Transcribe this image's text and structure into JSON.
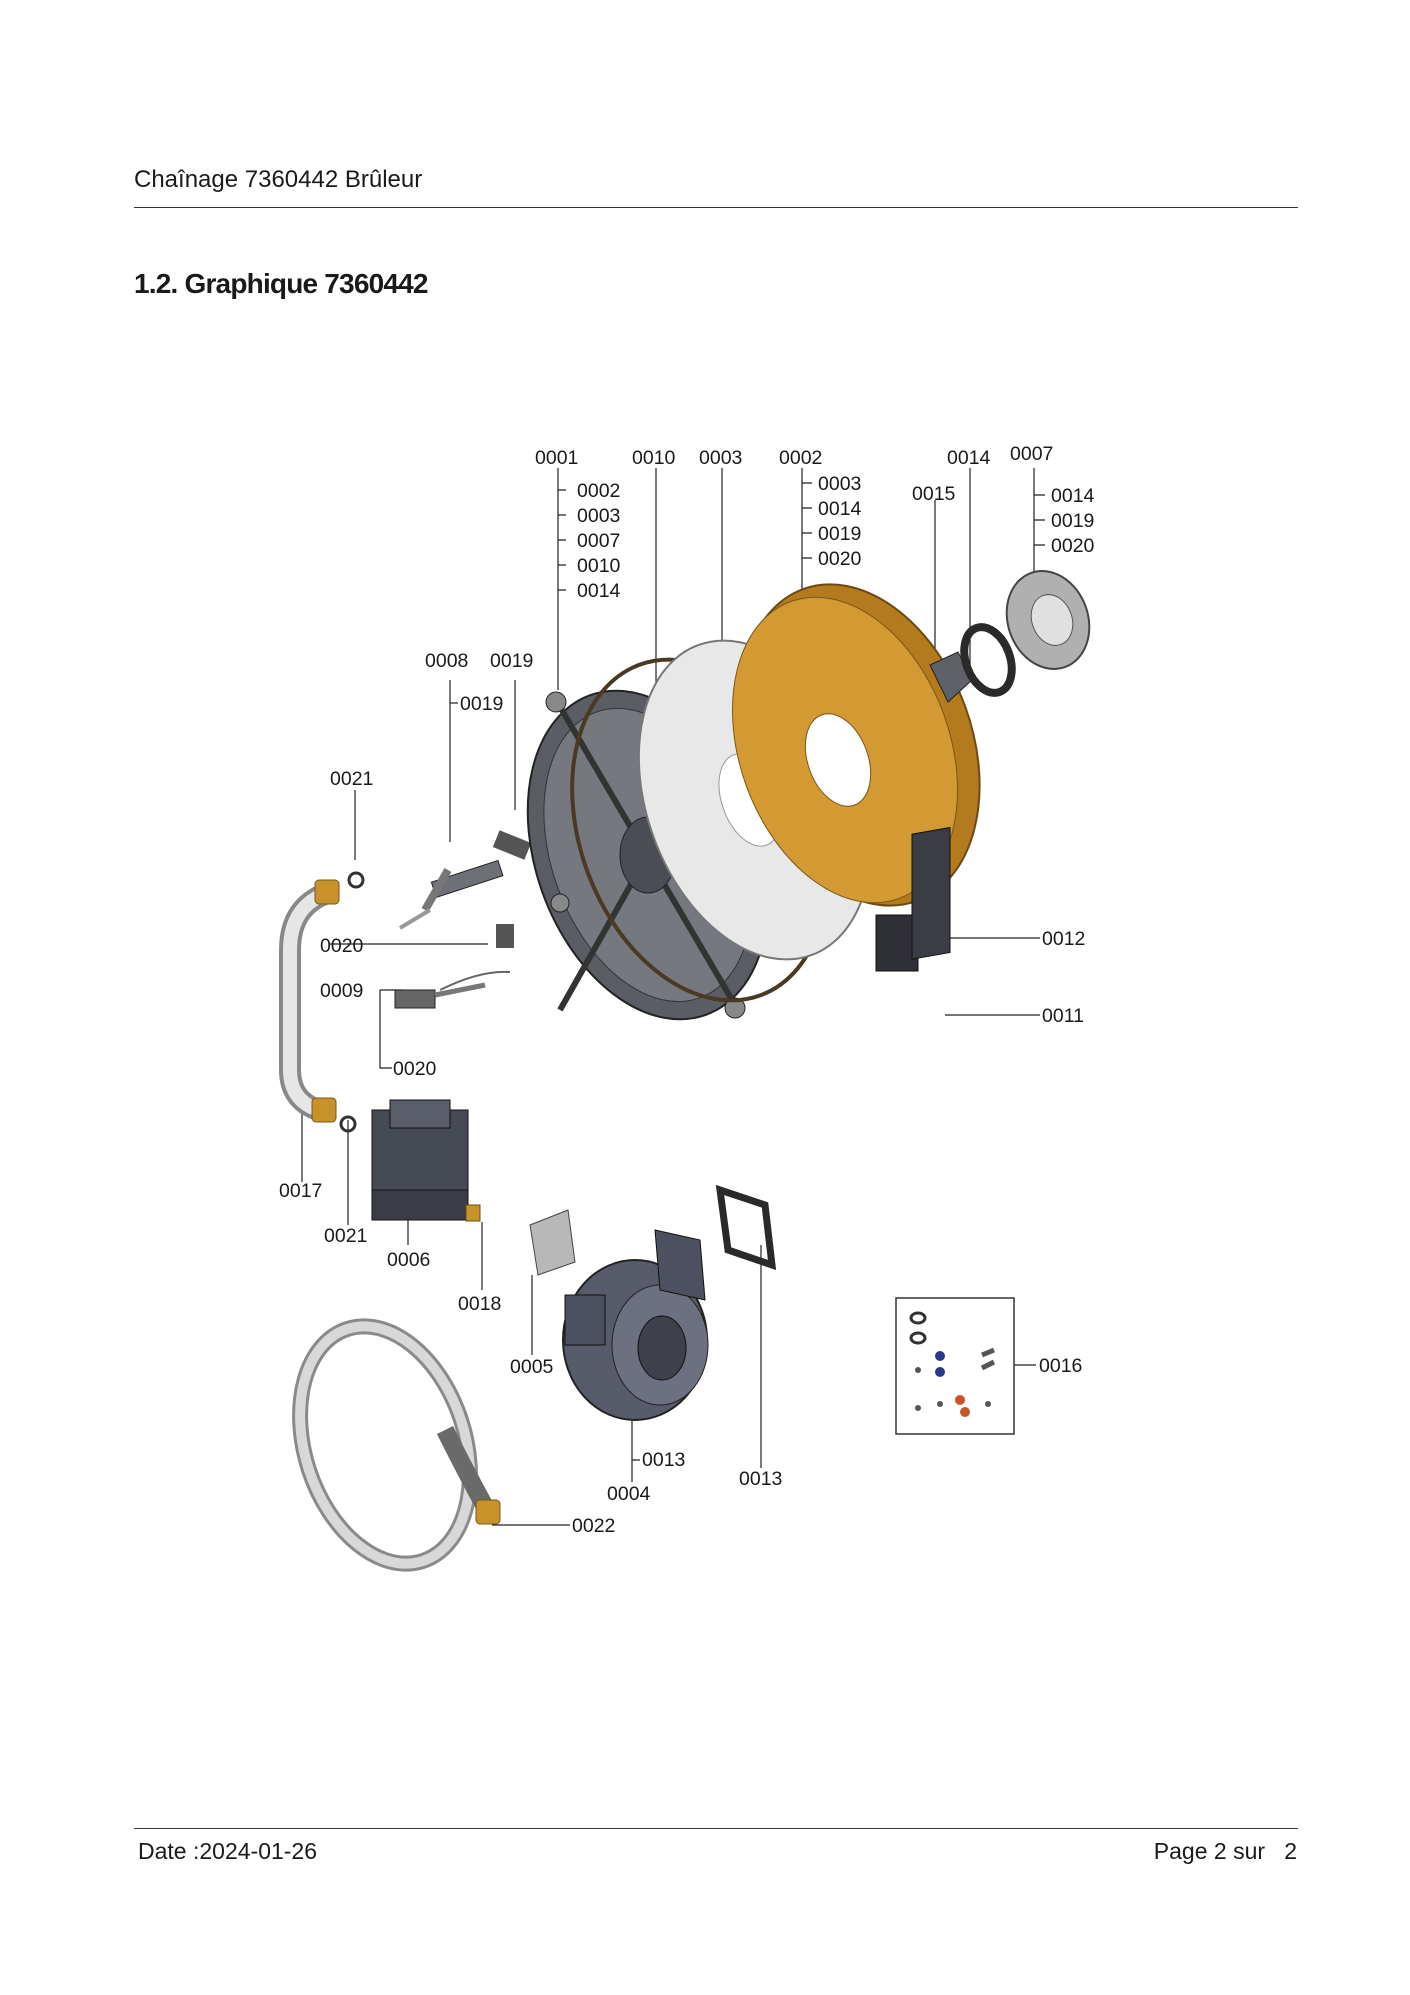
{
  "header": {
    "title": "Chaînage 7360442 Brûleur"
  },
  "section": {
    "title": "1.2. Graphique 7360442"
  },
  "diagram": {
    "labels": {
      "top_0001": "0001",
      "top_0010": "0010",
      "top_0003": "0003",
      "top_0002": "0002",
      "top_0014": "0014",
      "top_0007": "0007",
      "top_0015": "0015",
      "sub1_0002": "0002",
      "sub1_0003": "0003",
      "sub1_0007": "0007",
      "sub1_0010": "0010",
      "sub1_0014": "0014",
      "sub2_0003": "0003",
      "sub2_0014": "0014",
      "sub2_0019": "0019",
      "sub2_0020": "0020",
      "sub3_0014": "0014",
      "sub3_0019": "0019",
      "sub3_0020": "0020",
      "l_0008": "0008",
      "l_0019a": "0019",
      "l_0019b": "0019",
      "l_0021a": "0021",
      "l_0020a": "0020",
      "l_0009": "0009",
      "l_0020b": "0020",
      "l_0017": "0017",
      "l_0021b": "0021",
      "l_0006": "0006",
      "l_0018": "0018",
      "l_0005": "0005",
      "l_0013a": "0013",
      "l_0004": "0004",
      "l_0013b": "0013",
      "l_0022": "0022",
      "l_0012": "0012",
      "l_0011": "0011",
      "l_0016": "0016"
    }
  },
  "footer": {
    "date": "Date :2024-01-26",
    "page": "Page 2 sur   2"
  },
  "colors": {
    "copper": "#c8922a",
    "gasket": "#e6e6e6",
    "dark_part": "#3a3d44",
    "frame": "#6b6e74",
    "line": "#222222"
  }
}
